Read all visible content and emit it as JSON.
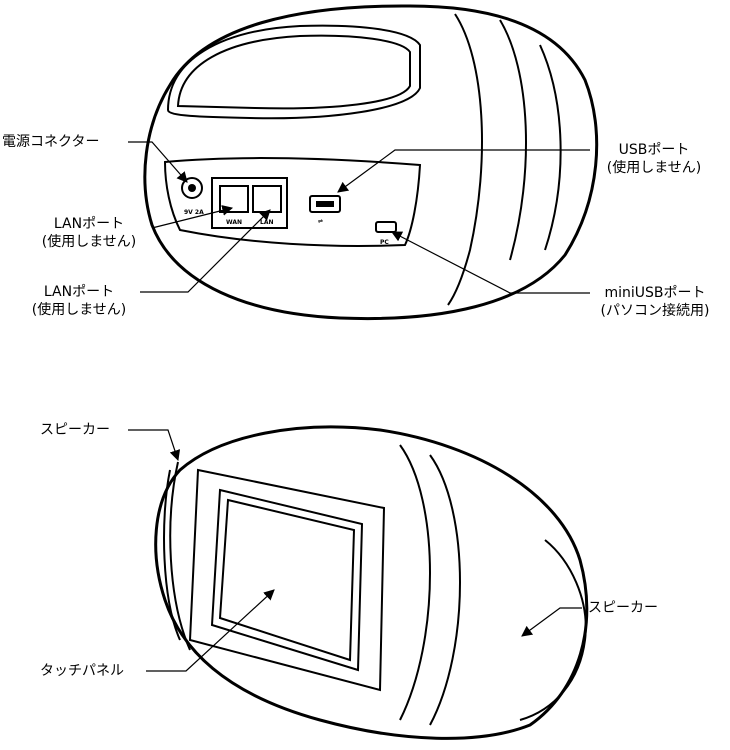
{
  "labels": {
    "power_connector": "電源コネクター",
    "lan_port_1": {
      "name": "LANポート",
      "note": "(使用しません)"
    },
    "lan_port_2": {
      "name": "LANポート",
      "note": "(使用しません)"
    },
    "usb_port": {
      "name": "USBポート",
      "note": "(使用しません)"
    },
    "mini_usb_port": {
      "name": "miniUSBポート",
      "note": "(パソコン接続用)"
    },
    "speaker_left": "スピーカー",
    "speaker_right": "スピーカー",
    "touch_panel": "タッチパネル"
  },
  "device_markings": {
    "power": "9V  2A",
    "wan": "WAN",
    "lan": "LAN",
    "pc": "PC"
  }
}
